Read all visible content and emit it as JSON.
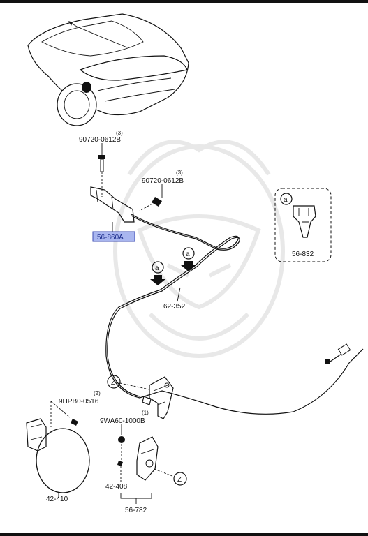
{
  "parts": {
    "bolt_upper": {
      "number": "90720-0612B",
      "qty": "(3)"
    },
    "bolt_side": {
      "number": "90720-0612B",
      "qty": "(3)"
    },
    "bracket_highlighted": {
      "number": "56-860A"
    },
    "clip": {
      "number": "56-832",
      "ref_letter": "a"
    },
    "cable": {
      "number": "62-352"
    },
    "ref_a_top": "a",
    "ref_a_mid": "a",
    "screw": {
      "number": "9HPB0-0516",
      "qty": "(2)"
    },
    "nut": {
      "number": "9WA60-1000B",
      "qty": "(1)"
    },
    "lid": {
      "number": "42-410"
    },
    "small_part": {
      "number": "42-408"
    },
    "lever_assembly": {
      "number": "56-782"
    },
    "ref_z_upper": "Z",
    "ref_z_lower": "Z"
  },
  "colors": {
    "highlight_fill": "#a9b6ef",
    "highlight_border": "#3a4ab0"
  }
}
